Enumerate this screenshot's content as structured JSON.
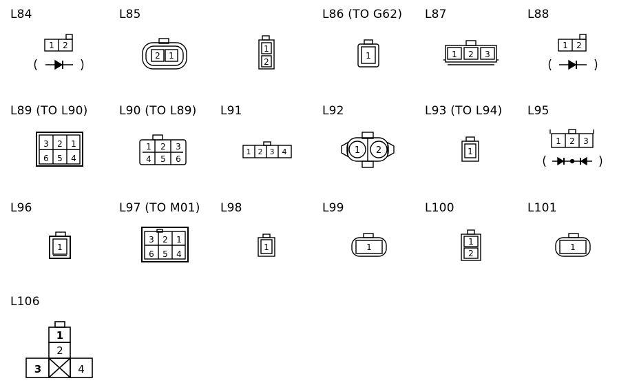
{
  "connectors": [
    {
      "label": "L84",
      "pins": [
        "1",
        "2"
      ],
      "symbol": "diode"
    },
    {
      "label": "L85",
      "pins": [
        "2",
        "1"
      ]
    },
    {
      "label": "",
      "pins": [
        "1",
        "2"
      ]
    },
    {
      "label": "L86 (TO G62)",
      "pins": [
        "1"
      ]
    },
    {
      "label": "L87",
      "pins": [
        "1",
        "2",
        "3"
      ]
    },
    {
      "label": "L88",
      "pins": [
        "1",
        "2"
      ],
      "symbol": "diode"
    },
    {
      "label": "L89 (TO L90)",
      "pins": [
        "3",
        "2",
        "1",
        "6",
        "5",
        "4"
      ]
    },
    {
      "label": "L90 (TO L89)",
      "pins": [
        "1",
        "2",
        "3",
        "4",
        "5",
        "6"
      ]
    },
    {
      "label": "L91",
      "pins": [
        "1",
        "2",
        "3",
        "4"
      ]
    },
    {
      "label": "L92",
      "pins": [
        "1",
        "2"
      ]
    },
    {
      "label": "L93 (TO L94)",
      "pins": [
        "1"
      ]
    },
    {
      "label": "L95",
      "pins": [
        "1",
        "2",
        "3"
      ],
      "symbol": "double-diode"
    },
    {
      "label": "L96",
      "pins": [
        "1"
      ]
    },
    {
      "label": "L97 (TO M01)",
      "pins": [
        "3",
        "2",
        "1",
        "6",
        "5",
        "4"
      ]
    },
    {
      "label": "L98",
      "pins": [
        "1"
      ]
    },
    {
      "label": "L99",
      "pins": [
        "1"
      ]
    },
    {
      "label": "L100",
      "pins": [
        "1",
        "2"
      ]
    },
    {
      "label": "L101",
      "pins": [
        "1"
      ]
    },
    {
      "label": "L106",
      "pins": [
        "1",
        "2",
        "3",
        "4"
      ]
    }
  ]
}
